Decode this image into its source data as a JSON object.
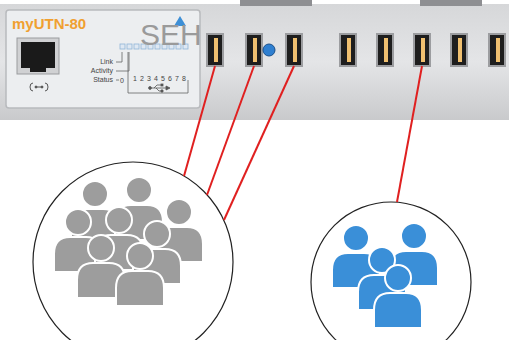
{
  "diagram": {
    "labels": [
      "myUTN-80",
      "SEH",
      "Link",
      "Activity",
      "Status",
      "0",
      "1",
      "2",
      "3",
      "4",
      "5",
      "6",
      "7",
      "8"
    ]
  }
}
